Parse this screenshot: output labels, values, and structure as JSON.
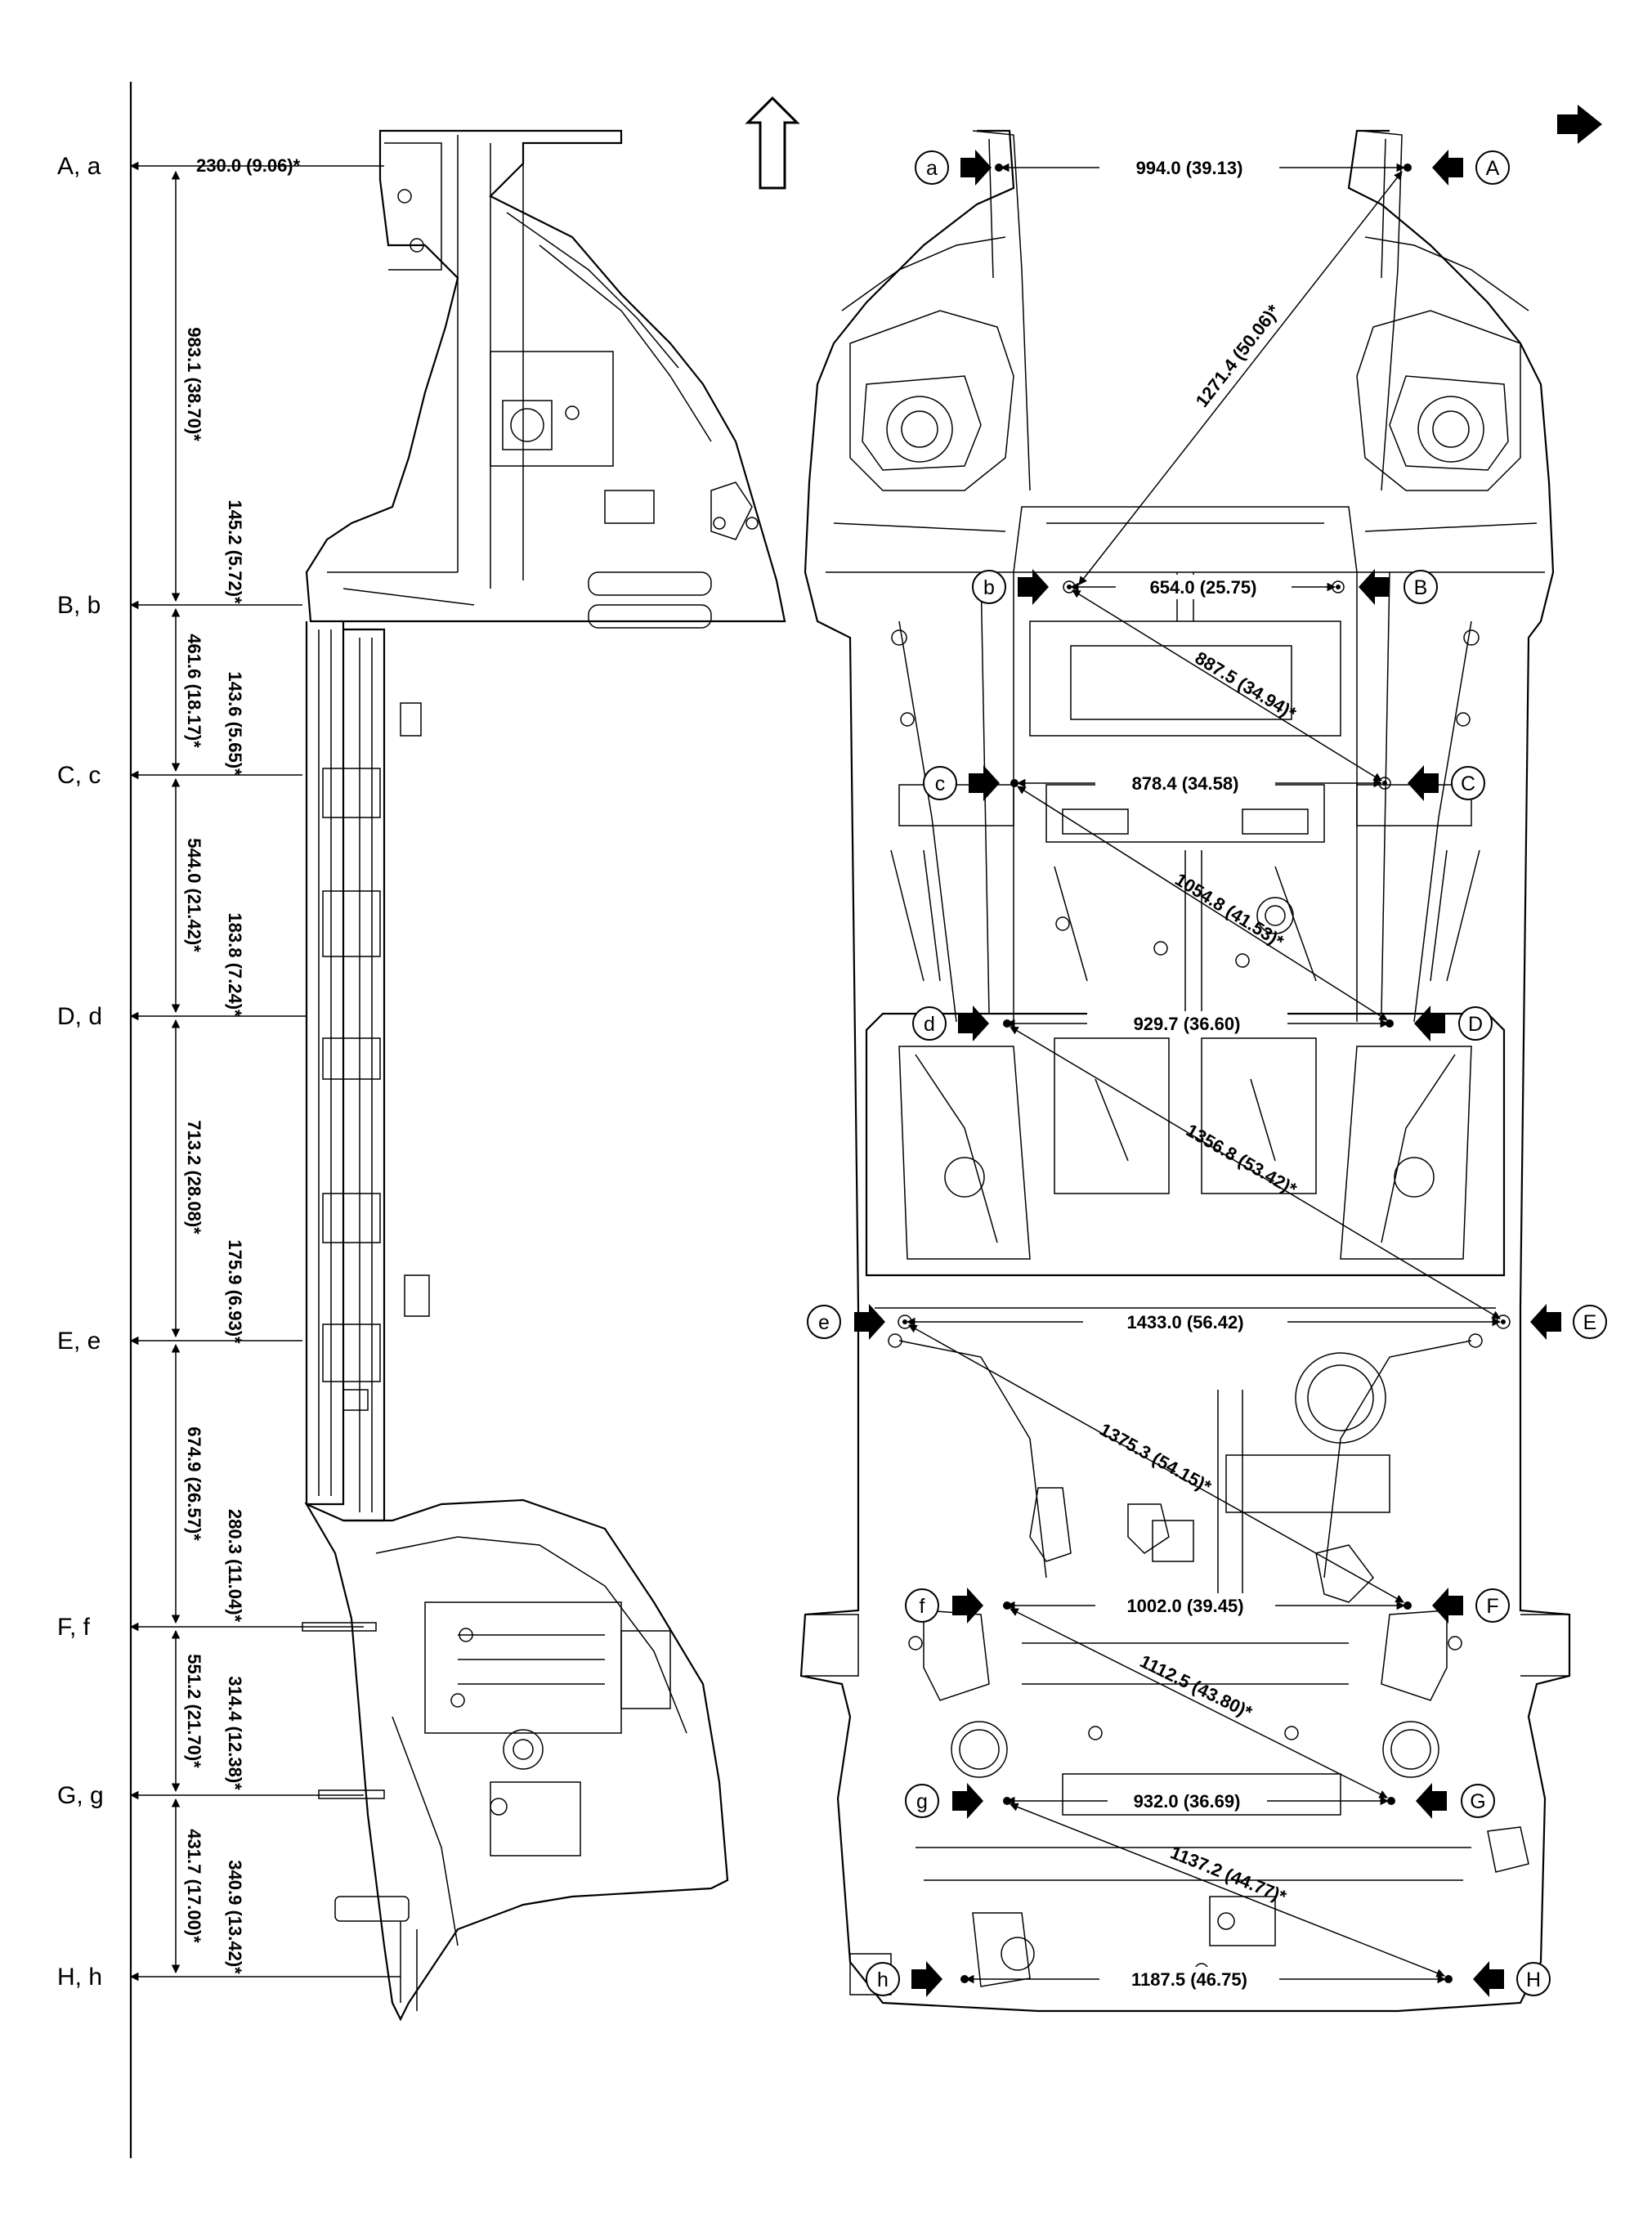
{
  "row_labels": [
    "A, a",
    "B, b",
    "C, c",
    "D, d",
    "E, e",
    "F, f",
    "G, g",
    "H, h"
  ],
  "side_dims": {
    "top": "230.0 (9.06)*",
    "vertical_spans": [
      "983.1 (38.70)*",
      "461.6 (18.17)*",
      "544.0 (21.42)*",
      "713.2 (28.08)*",
      "674.9 (26.57)*",
      "551.2 (21.70)*",
      "431.7 (17.00)*"
    ],
    "heights": [
      "145.2 (5.72)*",
      "143.6 (5.65)*",
      "183.8 (7.24)*",
      "175.9 (6.93)*",
      "280.3 (11.04)*",
      "314.4 (12.38)*",
      "340.9 (13.42)*"
    ]
  },
  "widths": [
    "994.0 (39.13)",
    "654.0 (25.75)",
    "878.4 (34.58)",
    "929.7 (36.60)",
    "1433.0 (56.42)",
    "1002.0 (39.45)",
    "932.0 (36.69)",
    "1187.5 (46.75)"
  ],
  "diagonals": [
    "1271.4 (50.06)*",
    "887.5 (34.94)*",
    "1054.8 (41.53)*",
    "1356.8 (53.42)*",
    "1375.3 (54.15)*",
    "1112.5 (43.80)*",
    "1137.2 (44.77)*"
  ],
  "points_left": [
    "a",
    "b",
    "c",
    "d",
    "e",
    "f",
    "g",
    "h"
  ],
  "points_right": [
    "A",
    "B",
    "C",
    "D",
    "E",
    "F",
    "G",
    "H"
  ]
}
